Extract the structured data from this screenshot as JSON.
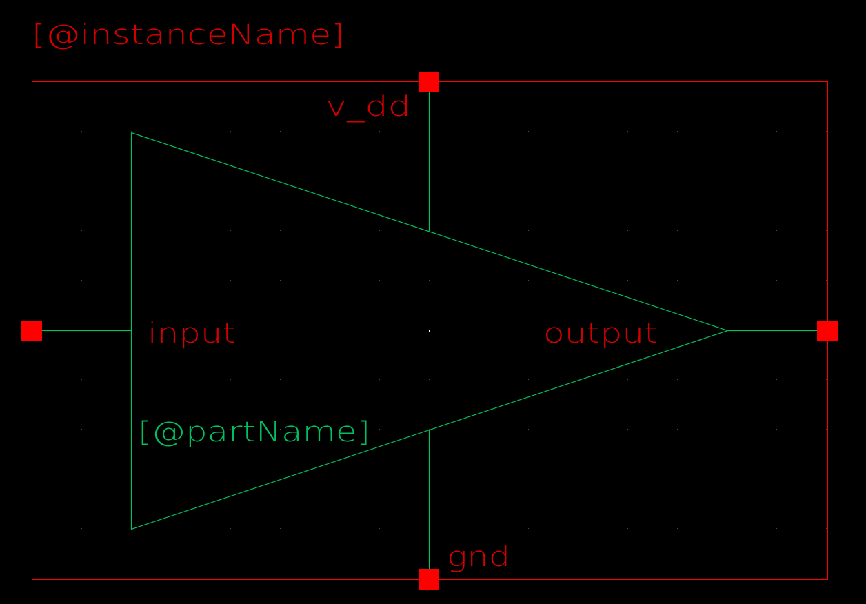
{
  "labels": {
    "instance_name": "[@instanceName]",
    "part_name": "[@partName]",
    "pin_vdd": "v_dd",
    "pin_input": "input",
    "pin_output": "output",
    "pin_gnd": "gnd"
  },
  "colors": {
    "background": "#000000",
    "boundary": "#ff0000",
    "pin": "#ff0000",
    "symbol_text": "#d40000",
    "body": "#00c060",
    "grid_dot": "#4a4a4a",
    "origin_dot": "#ffffff"
  }
}
